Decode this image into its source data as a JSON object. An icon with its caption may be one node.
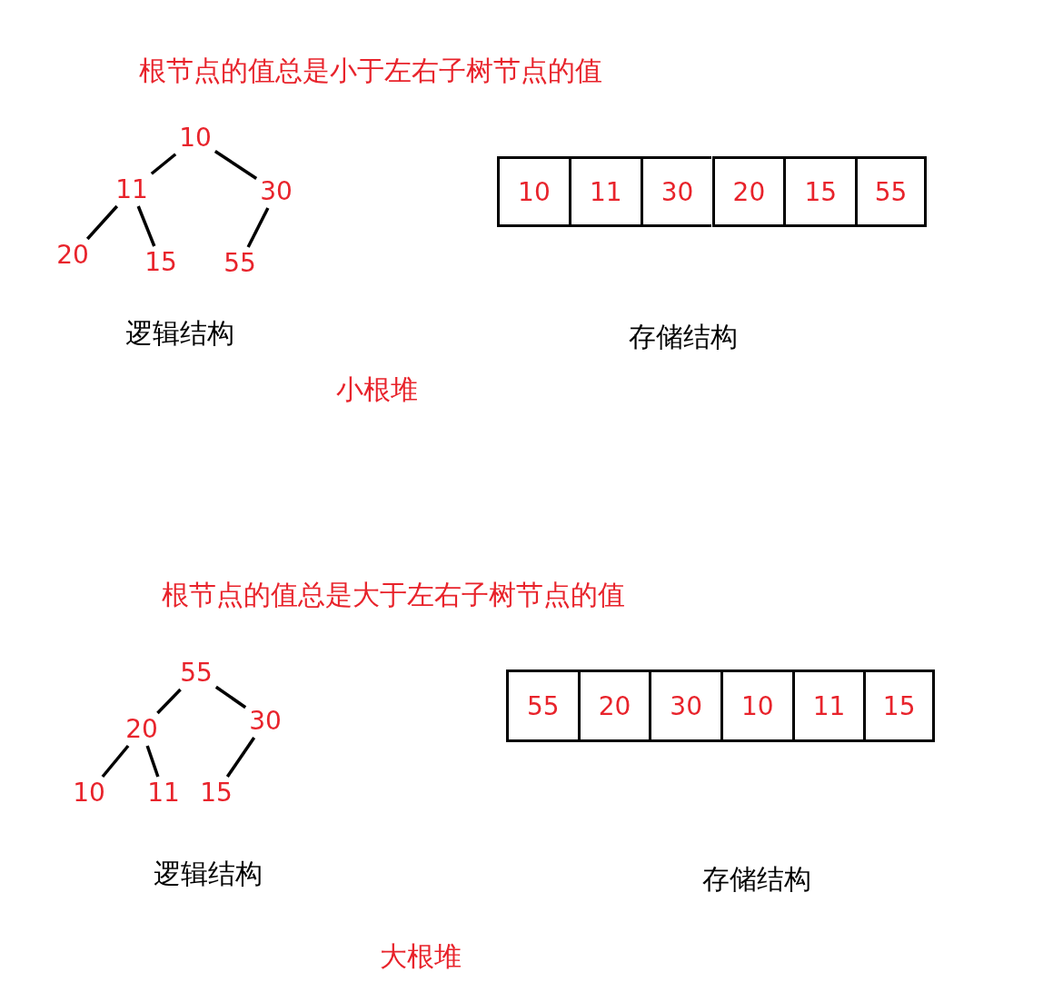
{
  "diagram": {
    "nodes": [
      {
        "text": [
          "10"
        ]
      },
      {
        "text": [
          "11"
        ]
      },
      {
        "text": [
          "30"
        ]
      },
      {
        "text": [
          "20"
        ]
      },
      {
        "text": [
          "15"
        ]
      },
      {
        "text": [
          "55"
        ]
      },
      {
        "text": [
          "10"
        ]
      },
      {
        "text": [
          "11"
        ]
      },
      {
        "text": [
          "30"
        ]
      },
      {
        "text": [
          "20"
        ]
      },
      {
        "text": [
          "15"
        ]
      },
      {
        "text": [
          "55"
        ]
      },
      {
        "text": [
          "55"
        ]
      },
      {
        "text": [
          "20"
        ]
      },
      {
        "text": [
          "30"
        ]
      },
      {
        "text": [
          "10"
        ]
      },
      {
        "text": [
          "11"
        ]
      },
      {
        "text": [
          "15"
        ]
      },
      {
        "text": [
          "55"
        ]
      },
      {
        "text": [
          "20"
        ]
      },
      {
        "text": [
          "30"
        ]
      },
      {
        "text": [
          "10"
        ]
      },
      {
        "text": [
          "11"
        ]
      },
      {
        "text": [
          "15"
        ]
      }
    ],
    "edges": [
      {
        "from": 0,
        "to": 1,
        "arrow": "none"
      },
      {
        "from": 0,
        "to": 2,
        "arrow": "none"
      },
      {
        "from": 1,
        "to": 3,
        "arrow": "none"
      },
      {
        "from": 1,
        "to": 4,
        "arrow": "none"
      },
      {
        "from": 2,
        "to": 5,
        "arrow": "none"
      },
      {
        "from": 12,
        "to": 13,
        "arrow": "none"
      },
      {
        "from": 12,
        "to": 14,
        "arrow": "none"
      },
      {
        "from": 13,
        "to": 15,
        "arrow": "none"
      },
      {
        "from": 13,
        "to": 16,
        "arrow": "none"
      },
      {
        "from": 14,
        "to": 17,
        "arrow": "none"
      }
    ],
    "labels": [
      "根节点的值总是小于左右子树节点的值",
      "逻辑结构",
      "存储结构",
      "小根堆",
      "根节点的值总是大于左右子树节点的值",
      "逻辑结构",
      "存储结构",
      "大根堆"
    ]
  }
}
